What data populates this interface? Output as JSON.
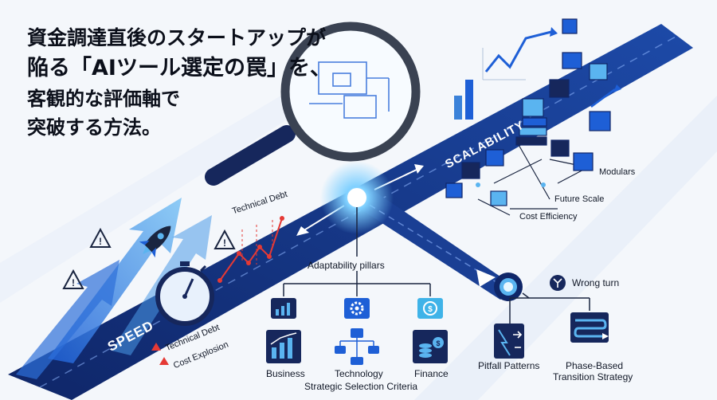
{
  "headline": {
    "line1": "資金調達直後のスタートアップが",
    "line2": "陥る「AIツール選定の罠」を、",
    "line3": "客観的な評価軸で",
    "line4": "突破する方法。"
  },
  "speed_road": {
    "label": "SPEED",
    "technical_debt_label": "Technical Debt",
    "risk_label_1": "Technical Debt",
    "risk_label_2": "Cost Explosion"
  },
  "scalability_road": {
    "label": "SCALABILITY",
    "items": [
      "Modulars",
      "Future Scale",
      "Cost Efficiency"
    ]
  },
  "pillars": {
    "label": "Adaptability pillars",
    "items": [
      "Business",
      "Technology",
      "Finance"
    ],
    "footer": "Strategic Selection Criteria"
  },
  "wrong_turn": {
    "label": "Wrong turn",
    "items": [
      "Pitfall Patterns",
      "Phase-Based",
      "Transition Strategy"
    ]
  },
  "colors": {
    "road": "#14307a",
    "accent": "#1e5fd6",
    "light_blue": "#5ab4f0",
    "warning": "#e53935",
    "ink": "#0b0f1a"
  },
  "icons": [
    "magnifier-icon",
    "rocket-icon",
    "stopwatch-icon",
    "warning-icon",
    "bar-chart-icon",
    "gear-icon",
    "dollar-cycle-icon",
    "coin-stack-icon",
    "flowchart-icon",
    "pitfall-icon",
    "winding-path-icon",
    "split-arrow-icon",
    "cube-icon"
  ]
}
